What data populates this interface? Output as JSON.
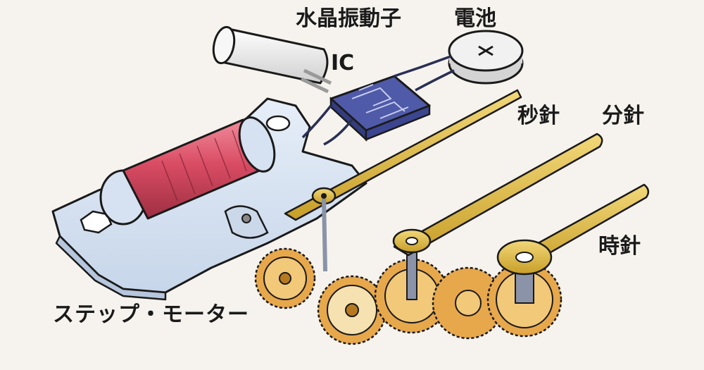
{
  "labels": {
    "crystal": "水晶振動子",
    "battery": "電池",
    "ic": "IC",
    "second_hand": "秒針",
    "minute_hand": "分針",
    "hour_hand": "時針",
    "step_motor": "ステップ・モーター"
  },
  "colors": {
    "background": "#f6f3ee",
    "plate": "#d9e4f2",
    "coil": "#d94c63",
    "ic_chip": "#4f5aa8",
    "hand": "#e2c04a",
    "gear": "#e7a84c",
    "crystal": "#e9e9e9",
    "battery": "#eeeeee",
    "outline": "#1a1a1a"
  }
}
